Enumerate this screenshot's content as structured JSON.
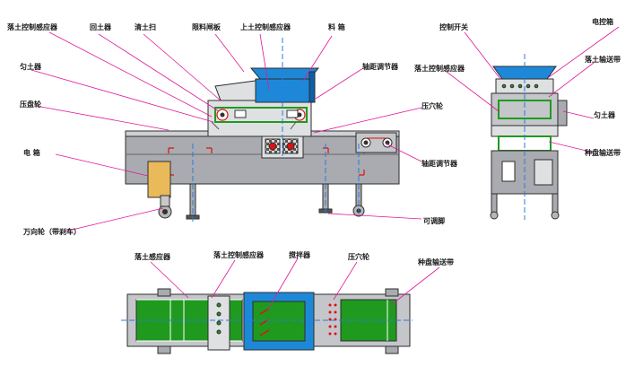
{
  "colors": {
    "leader": "#e0179a",
    "frame": "#2e2e2e",
    "belt": "#1f9a1f",
    "hopper": "#1e88d8",
    "hopper_dark": "#0f5fa8",
    "body_gray": "#a9abb0",
    "cabinet": "#e9b95a",
    "wheel": "#b7b7b7"
  },
  "labels": {
    "side": {
      "soil_sensor_ctrl": "落土控制感应器",
      "soil_return": "回土器",
      "soil_sweep": "清土扫",
      "soil_valve": "限料闸板",
      "upper_soil_sensor": "上土控制感应器",
      "hopper": "料  箱",
      "soil_leveler": "匀土器",
      "height_adjuster": "轴距调节器",
      "press_roller": "压盘轮",
      "press_hole": "压穴轮",
      "electric_box": "电    箱",
      "adjust_device": "轴距调节器",
      "caster": "万向轮（带刹车）",
      "adjust_foot": "可调脚"
    },
    "front": {
      "control_switch": "控制开关",
      "control_box": "电控箱",
      "sensor_ctrl": "落土控制感应器",
      "soil_conveyor": "落土输送带",
      "leveler": "匀土器",
      "tray_conveyor": "种盘输送带"
    },
    "top": {
      "soil_sensor": "落土感应器",
      "soil_sensor_ctrl": "落土控制感应器",
      "stirrer": "搅拌器",
      "press_hole": "压穴轮",
      "tray_conveyor": "种盘输送带"
    }
  }
}
